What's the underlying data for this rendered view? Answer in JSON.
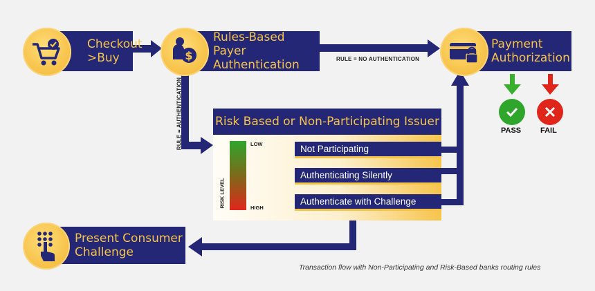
{
  "steps": {
    "checkout": "Checkout >Buy",
    "checkout_line1": "Checkout",
    "checkout_line2": ">Buy",
    "rules_line1": "Rules-Based Payer",
    "rules_line2": "Authentication",
    "payment_line1": "Payment",
    "payment_line2": "Authorization",
    "present_line1": "Present Consumer",
    "present_line2": "Challenge"
  },
  "arrows": {
    "no_auth": "RULE = NO AUTHENTICATION",
    "auth": "RULE = AUTHENTICATION"
  },
  "risk_panel": {
    "title": "Risk Based or Non-Participating Issuer",
    "low": "LOW",
    "high": "HIGH",
    "axis": "RISK LEVEL",
    "options": [
      "Not Participating",
      "Authenticating Silently",
      "Authenticate with Challenge"
    ]
  },
  "outcomes": {
    "pass": "PASS",
    "fail": "FAIL"
  },
  "colors": {
    "navy": "#232776",
    "gold": "#f6c34a",
    "green": "#2fa52c",
    "red": "#e0261b"
  },
  "icons": [
    "cart-check-icon",
    "dollar-person-icon",
    "credit-card-lock-icon",
    "keypad-hand-icon",
    "checkmark-icon",
    "x-icon"
  ],
  "caption": "Transaction flow with Non-Participating and Risk-Based banks routing rules"
}
